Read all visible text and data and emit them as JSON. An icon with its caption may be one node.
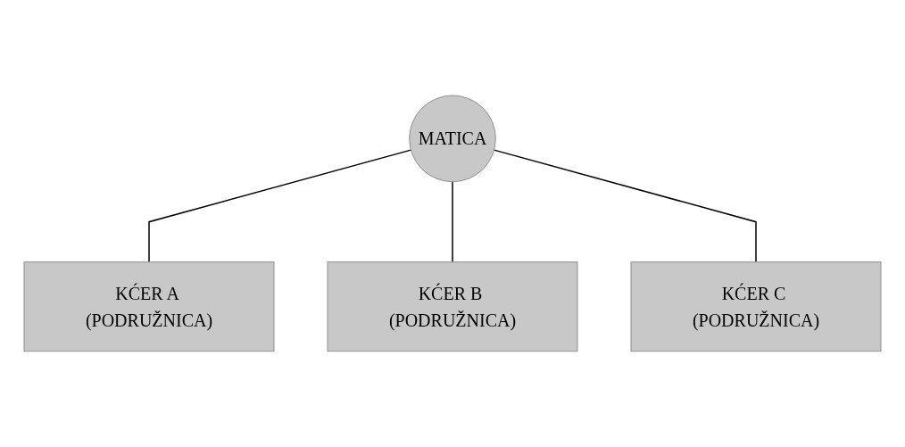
{
  "diagram": {
    "nodes": [
      {
        "text": [
          "MATICA"
        ]
      },
      {
        "text": [
          "KĆER A (PODRUŽNICA)"
        ]
      },
      {
        "text": [
          "KĆER B (PODRUŽNICA)"
        ]
      },
      {
        "text": [
          "KĆER C (PODRUŽNICA)"
        ]
      }
    ],
    "edges": [
      {
        "from": 0,
        "to": 1,
        "arrow": "none"
      },
      {
        "from": 0,
        "to": 2,
        "arrow": "none"
      },
      {
        "from": 0,
        "to": 3,
        "arrow": "none"
      }
    ]
  }
}
